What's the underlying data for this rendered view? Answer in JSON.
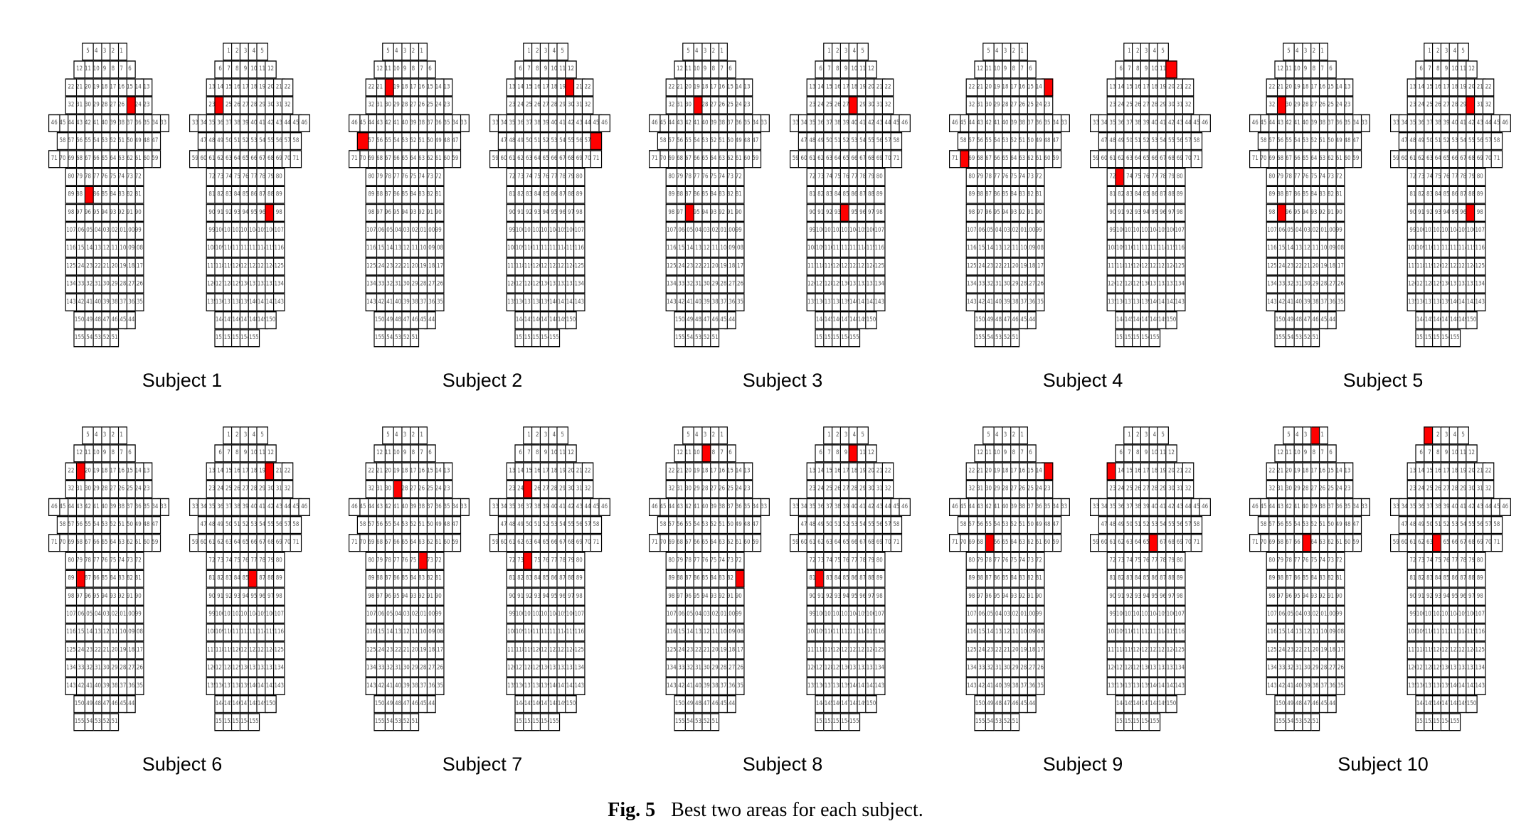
{
  "figure": {
    "number": "Fig. 5",
    "caption": "Best two areas for each subject."
  },
  "colors": {
    "highlight": "#ff0000",
    "grid": "#000000",
    "background": "#ffffff"
  },
  "subjects": [
    {
      "label": "Subject 1",
      "left": {
        "highlight_areas": [
          25,
          87
        ]
      },
      "right": {
        "highlight_areas": [
          24,
          97
        ]
      }
    },
    {
      "label": "Subject 2",
      "left": {
        "highlight_areas": [
          20,
          58
        ]
      },
      "right": {
        "highlight_areas": [
          20,
          58
        ]
      }
    },
    {
      "label": "Subject 3",
      "left": {
        "highlight_areas": [
          29,
          96
        ]
      },
      "right": {
        "highlight_areas": [
          28,
          94
        ]
      }
    },
    {
      "label": "Subject 4",
      "left": {
        "highlight_areas": [
          13,
          70
        ]
      },
      "right": {
        "highlight_areas": [
          12,
          73
        ]
      }
    },
    {
      "label": "Subject 5",
      "left": {
        "highlight_areas": [
          31,
          97
        ]
      },
      "right": {
        "highlight_areas": [
          30,
          97
        ]
      }
    },
    {
      "label": "Subject 6",
      "left": {
        "highlight_areas": [
          21,
          88
        ]
      },
      "right": {
        "highlight_areas": [
          20,
          86
        ]
      }
    },
    {
      "label": "Subject 7",
      "left": {
        "highlight_areas": [
          29,
          74
        ]
      },
      "right": {
        "highlight_areas": [
          25,
          74
        ]
      }
    },
    {
      "label": "Subject 8",
      "left": {
        "highlight_areas": [
          9,
          81
        ]
      },
      "right": {
        "highlight_areas": [
          10,
          82
        ]
      }
    },
    {
      "label": "Subject 9",
      "left": {
        "highlight_areas": [
          13,
          67
        ]
      },
      "right": {
        "highlight_areas": [
          13,
          66
        ]
      }
    },
    {
      "label": "Subject 10",
      "left": {
        "highlight_areas": [
          2,
          65
        ]
      },
      "right": {
        "highlight_areas": [
          1,
          64
        ]
      }
    }
  ]
}
